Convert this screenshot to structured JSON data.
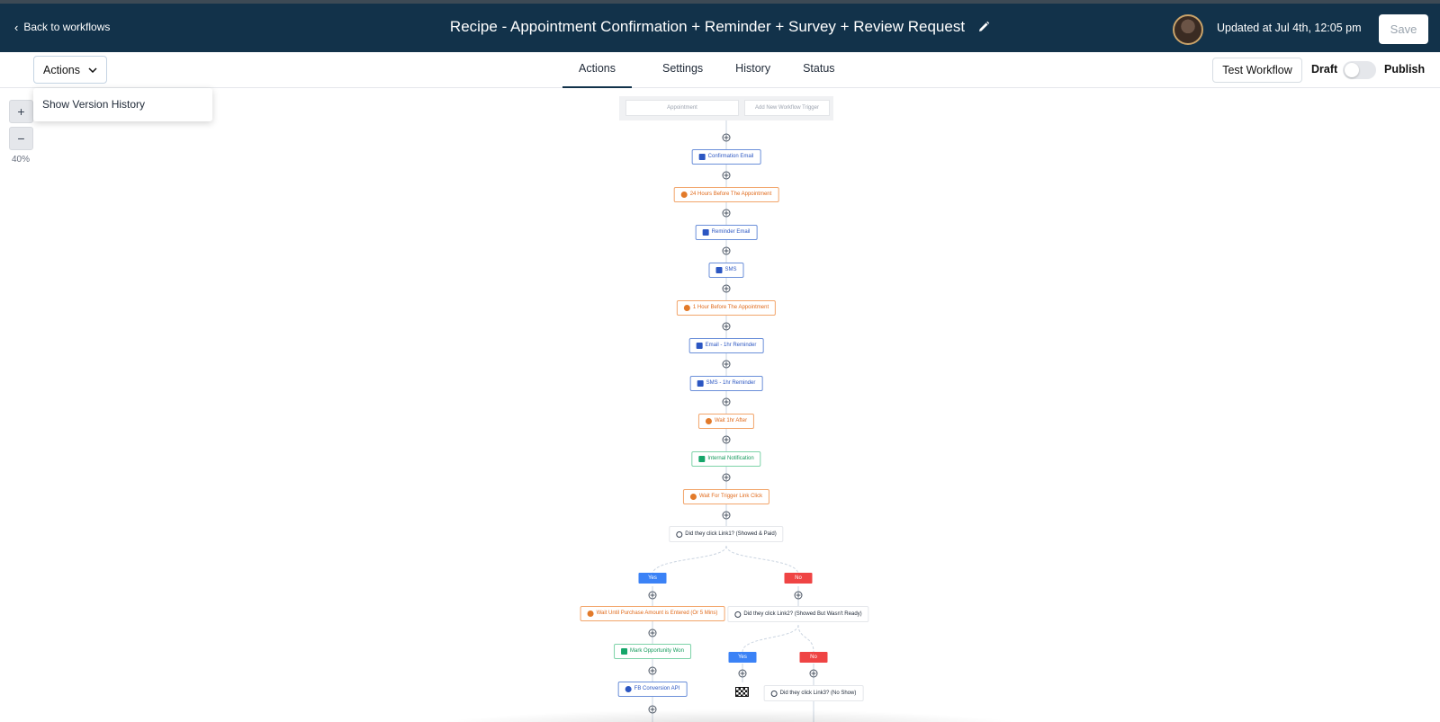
{
  "topbar": {
    "back_label": "Back to workflows",
    "title": "Recipe - Appointment Confirmation + Reminder + Survey + Review Request",
    "updated": "Updated at Jul 4th, 12:05 pm",
    "save_label": "Save"
  },
  "subbar": {
    "actions_label": "Actions",
    "tabs": [
      {
        "label": "Actions",
        "active": true
      },
      {
        "label": "Settings"
      },
      {
        "label": "History"
      },
      {
        "label": "Status"
      }
    ],
    "test_label": "Test Workflow",
    "draft_label": "Draft",
    "publish_label": "Publish",
    "publish_on": false
  },
  "menu": {
    "item": "Show Version History"
  },
  "zoom": {
    "plus": "+",
    "minus": "−",
    "level": "40%"
  },
  "workflow": {
    "triggers": [
      "Appointment",
      "Add New Workflow Trigger"
    ],
    "steps": [
      {
        "label": "Confirmation Email",
        "kind": "email",
        "color": "blue"
      },
      {
        "label": "24 Hours Before The Appointment",
        "kind": "wait",
        "color": "orange"
      },
      {
        "label": "Reminder Email",
        "kind": "email",
        "color": "blue"
      },
      {
        "label": "SMS",
        "kind": "sms",
        "color": "blue"
      },
      {
        "label": "1 Hour Before The Appointment",
        "kind": "wait",
        "color": "orange"
      },
      {
        "label": "Email - 1hr Reminder",
        "kind": "email",
        "color": "blue"
      },
      {
        "label": "SMS - 1hr Reminder",
        "kind": "sms",
        "color": "blue"
      },
      {
        "label": "Wait 1hr After",
        "kind": "wait",
        "color": "orange"
      },
      {
        "label": "Internal Notification",
        "kind": "notification",
        "color": "green"
      },
      {
        "label": "Wait For Trigger Link Click",
        "kind": "wait",
        "color": "orange"
      },
      {
        "label": "Did they click Link1? (Showed & Paid)",
        "kind": "condition",
        "color": "neutral"
      }
    ],
    "branch_yes": "Yes",
    "branch_no": "No",
    "yes_steps": [
      {
        "label": "Wait Until Purchase Amount is Entered (Or 5 Mins)",
        "kind": "wait",
        "color": "orange"
      },
      {
        "label": "Mark Opportunity Won",
        "kind": "opportunity",
        "color": "green"
      },
      {
        "label": "FB Conversion API",
        "kind": "facebook",
        "color": "blue"
      }
    ],
    "no_condition": "Did they click Link2? (Showed But Wasn't Ready)",
    "sub_yes": "Yes",
    "sub_no": "No",
    "sub_no_condition": "Did they click Link3? (No Show)",
    "colors": {
      "blue": "#2b56c2",
      "orange": "#e06a1b",
      "green": "#159a5c",
      "yes": "#3b82f6",
      "no": "#ef4444"
    }
  }
}
